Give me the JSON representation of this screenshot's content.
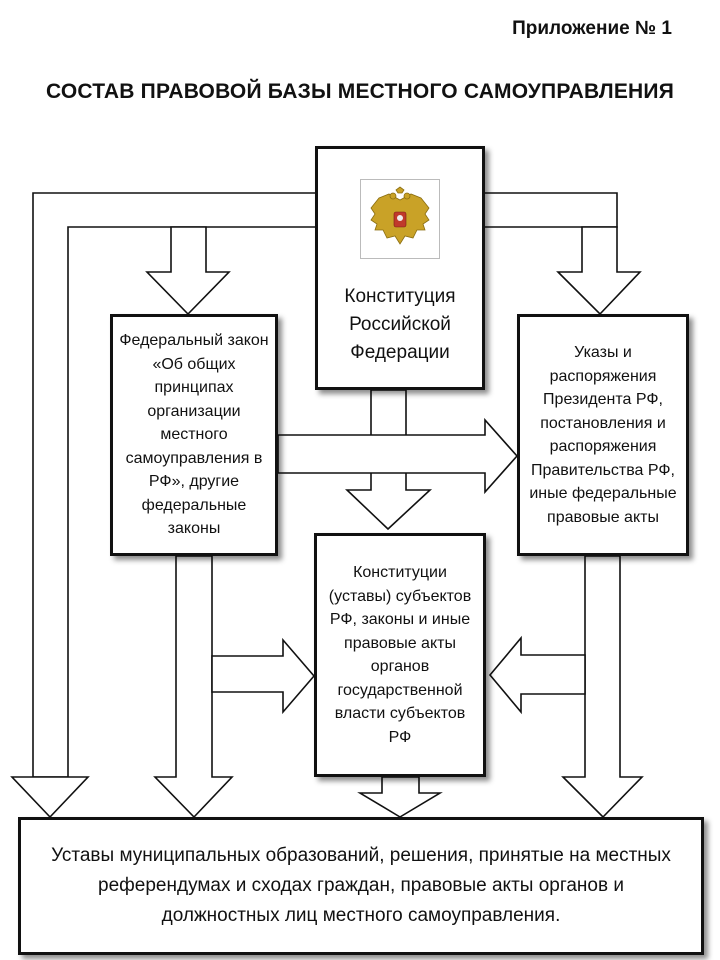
{
  "header": {
    "appendix": "Приложение № 1",
    "title": "СОСТАВ ПРАВОВОЙ БАЗЫ МЕСТНОГО САМОУПРАВЛЕНИЯ"
  },
  "boxes": {
    "constitution": {
      "label": "Конституция Российской Федерации",
      "icon": "coat-of-arms-emblem"
    },
    "federal_law": {
      "label": "Федеральный закон «Об общих принципах организации местного самоуправления в РФ», другие федеральные законы"
    },
    "president_acts": {
      "label": "Указы и распоряжения Президента РФ, постановления и распоряжения Правительства РФ, иные федеральные правовые акты"
    },
    "regional_acts": {
      "label": "Конституции (уставы) субъектов РФ, законы и иные правовые акты органов государственной власти субъектов РФ"
    },
    "municipal_acts": {
      "label": "Уставы муниципальных образований, решения, принятые на местных референдумах и сходах граждан, правовые акты органов и должностных лиц местного самоуправления."
    }
  },
  "colors": {
    "stroke": "#111111",
    "emblem_gold": "#c9a227",
    "emblem_red": "#c0392b"
  }
}
